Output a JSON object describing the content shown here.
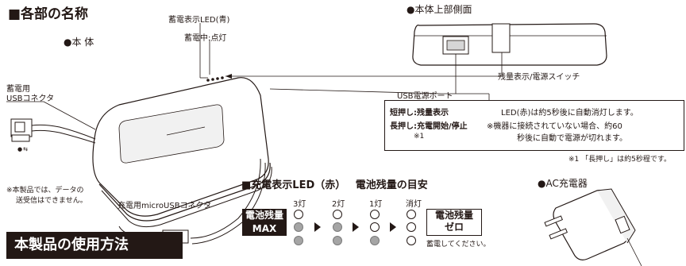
{
  "headings": {
    "section_names": "■各部の名称",
    "body": "●本 体",
    "top_side": "●本体上部側面",
    "led_section": "■充電表示LED（赤）",
    "battery_guide": "電池残量の目安",
    "ac_charger": "●AC充電器",
    "usage": "本製品の使用方法"
  },
  "labels": {
    "charge_led": "蓄電表示LED(青)",
    "charge_led_note": "蓄電中:点灯",
    "usb_connector_1": "蓄電用",
    "usb_connector_2": "USBコネクタ",
    "usb_port": "USB電源ポート",
    "power_switch": "残量表示/電源スイッチ",
    "micro_usb": "充電用microUSBコネクタ",
    "data_note_1": "※本製品では、データの",
    "data_note_2": "送受信はできません。"
  },
  "switch_box": {
    "short_press": "短押し:残量表示",
    "long_press": "長押し:充電開始/停止",
    "note_mark": "※1",
    "led_off_note": "LED(赤)は約5秒後に自動消灯します。",
    "auto_off_1": "※機器に接続されていない場合、約60",
    "auto_off_2": "秒後に自動で電源が切れます。",
    "footnote": "※1 「長押し」は約5秒程です。"
  },
  "led_table": {
    "columns": [
      "3灯",
      "2灯",
      "1灯",
      "消灯"
    ],
    "max_label_1": "電池残量",
    "max_label_2": "MAX",
    "zero_label_1": "電池残量",
    "zero_label_2": "ゼロ",
    "charge_prompt": "蓄電してください。",
    "states": [
      [
        "off",
        "off",
        "off",
        "off"
      ],
      [
        "on",
        "on",
        "off",
        "off"
      ],
      [
        "on",
        "on",
        "on",
        "off"
      ]
    ]
  },
  "colors": {
    "ink": "#231815",
    "led_on": "#a5a5a5"
  }
}
